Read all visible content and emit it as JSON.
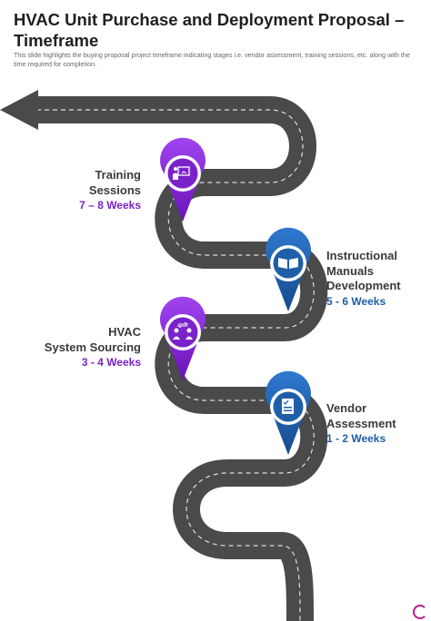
{
  "header": {
    "title": "HVAC Unit Purchase and Deployment Proposal – Timeframe",
    "subtitle": "This slide highlights the buying proposal project timeframe indicating stages i.e. vendor assessment, training sessions, etc. along with the time required for completion."
  },
  "stages": [
    {
      "name": "Training\nSessions",
      "duration": "7 – 8 Weeks",
      "icon": "presentation-board-icon",
      "color": "#8a2be2"
    },
    {
      "name": "Instructional\nManuals\nDevelopment",
      "duration": "5 - 6 Weeks",
      "icon": "open-book-icon",
      "color": "#1f5fa8"
    },
    {
      "name": "HVAC\nSystem Sourcing",
      "duration": "3 - 4 Weeks",
      "icon": "people-exchange-icon",
      "color": "#8a2be2"
    },
    {
      "name": "Vendor\nAssessment",
      "duration": "1 - 2 Weeks",
      "icon": "checklist-document-icon",
      "color": "#1f5fa8"
    }
  ]
}
